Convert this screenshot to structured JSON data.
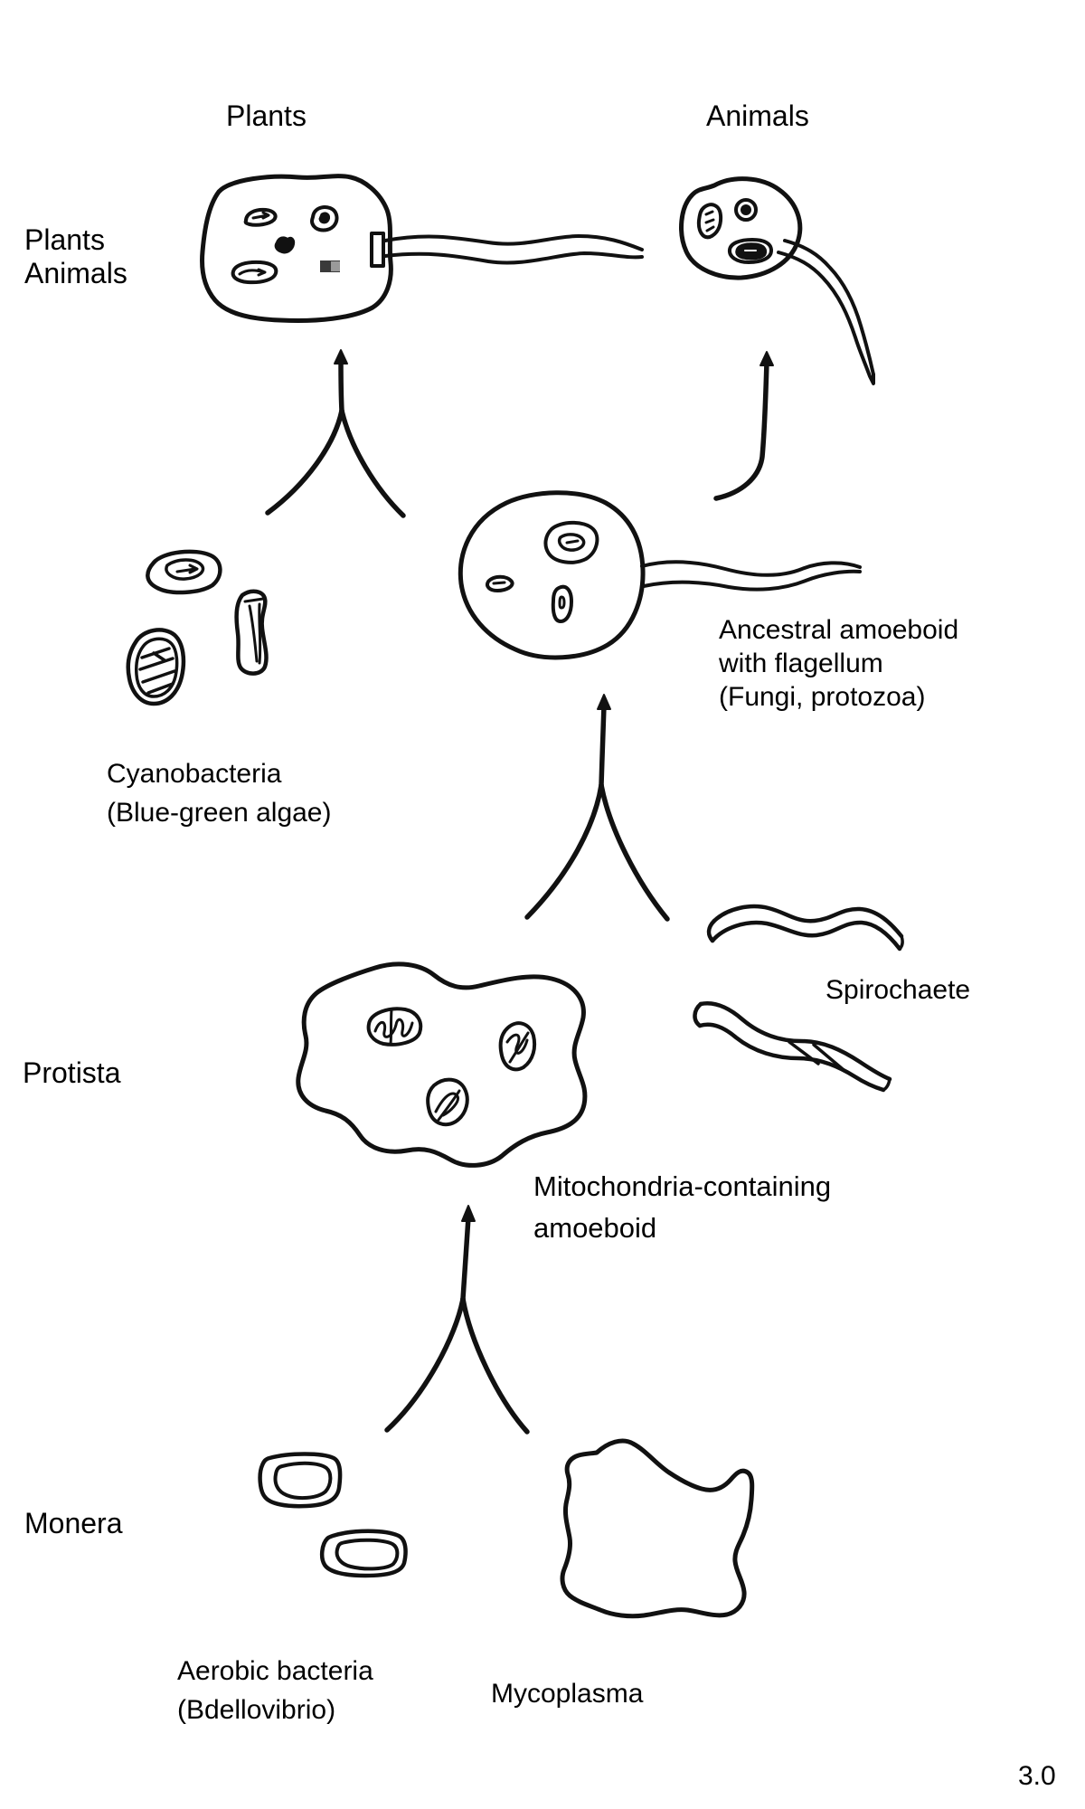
{
  "page": {
    "background": "#ffffff",
    "ink": "#111111",
    "figure_number": "3.0"
  },
  "labels": {
    "plants_title": "Plants",
    "animals_title": "Animals",
    "plants_animals_group": "Plants\nAnimals",
    "ancestral_amoeboid": "Ancestral amoeboid\nwith flagellum\n(Fungi, protozoa)",
    "cyanobacteria": "Cyanobacteria\n(Blue-green algae)",
    "spirochaete": "Spirochaete",
    "protista": "Protista",
    "mitochondria_amoeboid": "Mitochondria-containing\namoeboid",
    "monera": "Monera",
    "aerobic_bacteria": "Aerobic bacteria\n(Bdellovibrio)",
    "mycoplasma": "Mycoplasma"
  },
  "figures": [
    "plant-cell",
    "animal-cell",
    "ancestral-amoeboid-with-flagellum",
    "cyanobacteria-cells",
    "spirochaete-cells",
    "mitochondria-containing-amoeboid",
    "aerobic-bacteria-cells",
    "mycoplasma-cell",
    "branch-arrow-to-plants",
    "arrow-to-animals",
    "branch-arrow-to-ancestral-amoeboid",
    "branch-arrow-to-mitochondria-amoeboid"
  ]
}
